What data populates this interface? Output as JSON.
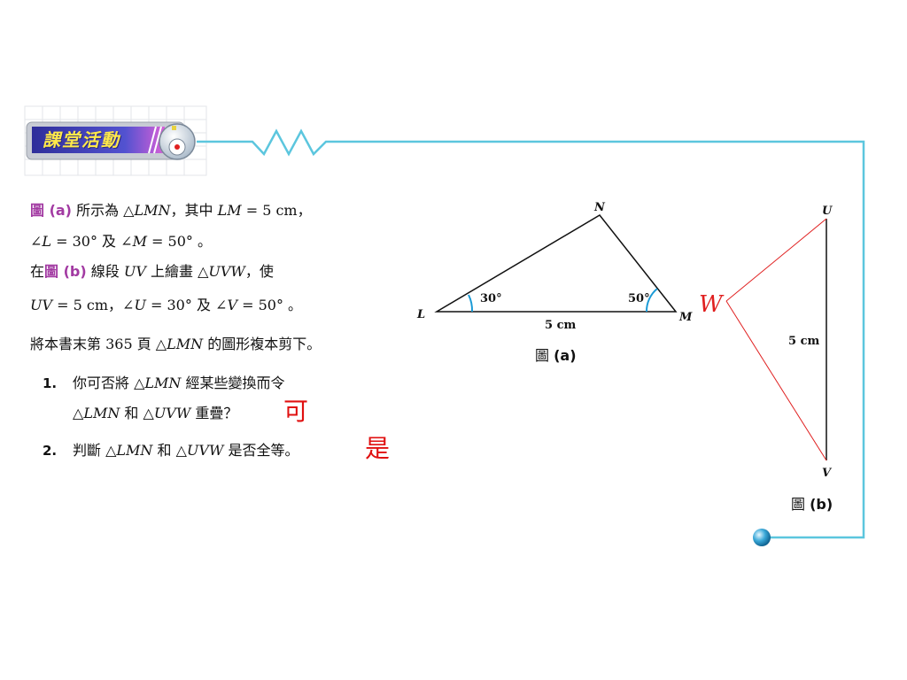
{
  "header": {
    "badge": "課堂活動"
  },
  "statements": {
    "line1": {
      "fig": "圖 (a)",
      "a": " 所示為 △",
      "b": "LMN",
      "c": "，其中  ",
      "d": "LM",
      "e": " = 5 cm，"
    },
    "line2": {
      "a": "∠",
      "b": "L",
      "c": " = 30° 及 ∠",
      "d": "M",
      "e": " = 50° 。"
    },
    "line3": {
      "a": "在",
      "fig": "圖 (b)",
      "b": " 線段 ",
      "c": "UV",
      "d": " 上繪畫 △",
      "e": "UVW",
      "f": "，使"
    },
    "line4": {
      "a": "UV",
      "b": " = 5 cm，∠",
      "c": "U",
      "d": " = 30°  及  ∠",
      "e": "V",
      "f": " = 50° 。"
    },
    "line5": {
      "a": "將本書末第 365 頁 △",
      "b": "LMN",
      "c": " 的圖形複本剪下。"
    }
  },
  "questions": [
    {
      "number": "1.",
      "l1a": "你可否將 △",
      "l1b": "LMN",
      "l1c": " 經某些變換而令",
      "l2a": "△",
      "l2b": "LMN",
      "l2c": " 和 △",
      "l2d": "UVW",
      "l2e": " 重疊？",
      "answer": "可"
    },
    {
      "number": "2.",
      "a": "判斷 △",
      "b": "LMN",
      "c": " 和 △",
      "d": "UVW",
      "e": " 是否全等。",
      "answer": "是"
    }
  ],
  "figure_a": {
    "vertices": {
      "L": "L",
      "M": "M",
      "N": "N"
    },
    "angle_L": "30°",
    "angle_M": "50°",
    "side_LM": "5 cm",
    "caption_fig": "圖",
    "caption_label": "(a)"
  },
  "figure_b": {
    "vertices": {
      "U": "U",
      "V": "V",
      "W": "W"
    },
    "side_UV": "5 cm",
    "caption_fig": "圖",
    "caption_label": "(b)"
  },
  "colors": {
    "frame_line": "#5cc6de",
    "badge_bg": "#3b3bb4",
    "figure_ref": "#a23aa2",
    "answer_red": "#e01010",
    "angle_arc": "#1a9ad6",
    "construction_red": "#e02020"
  }
}
